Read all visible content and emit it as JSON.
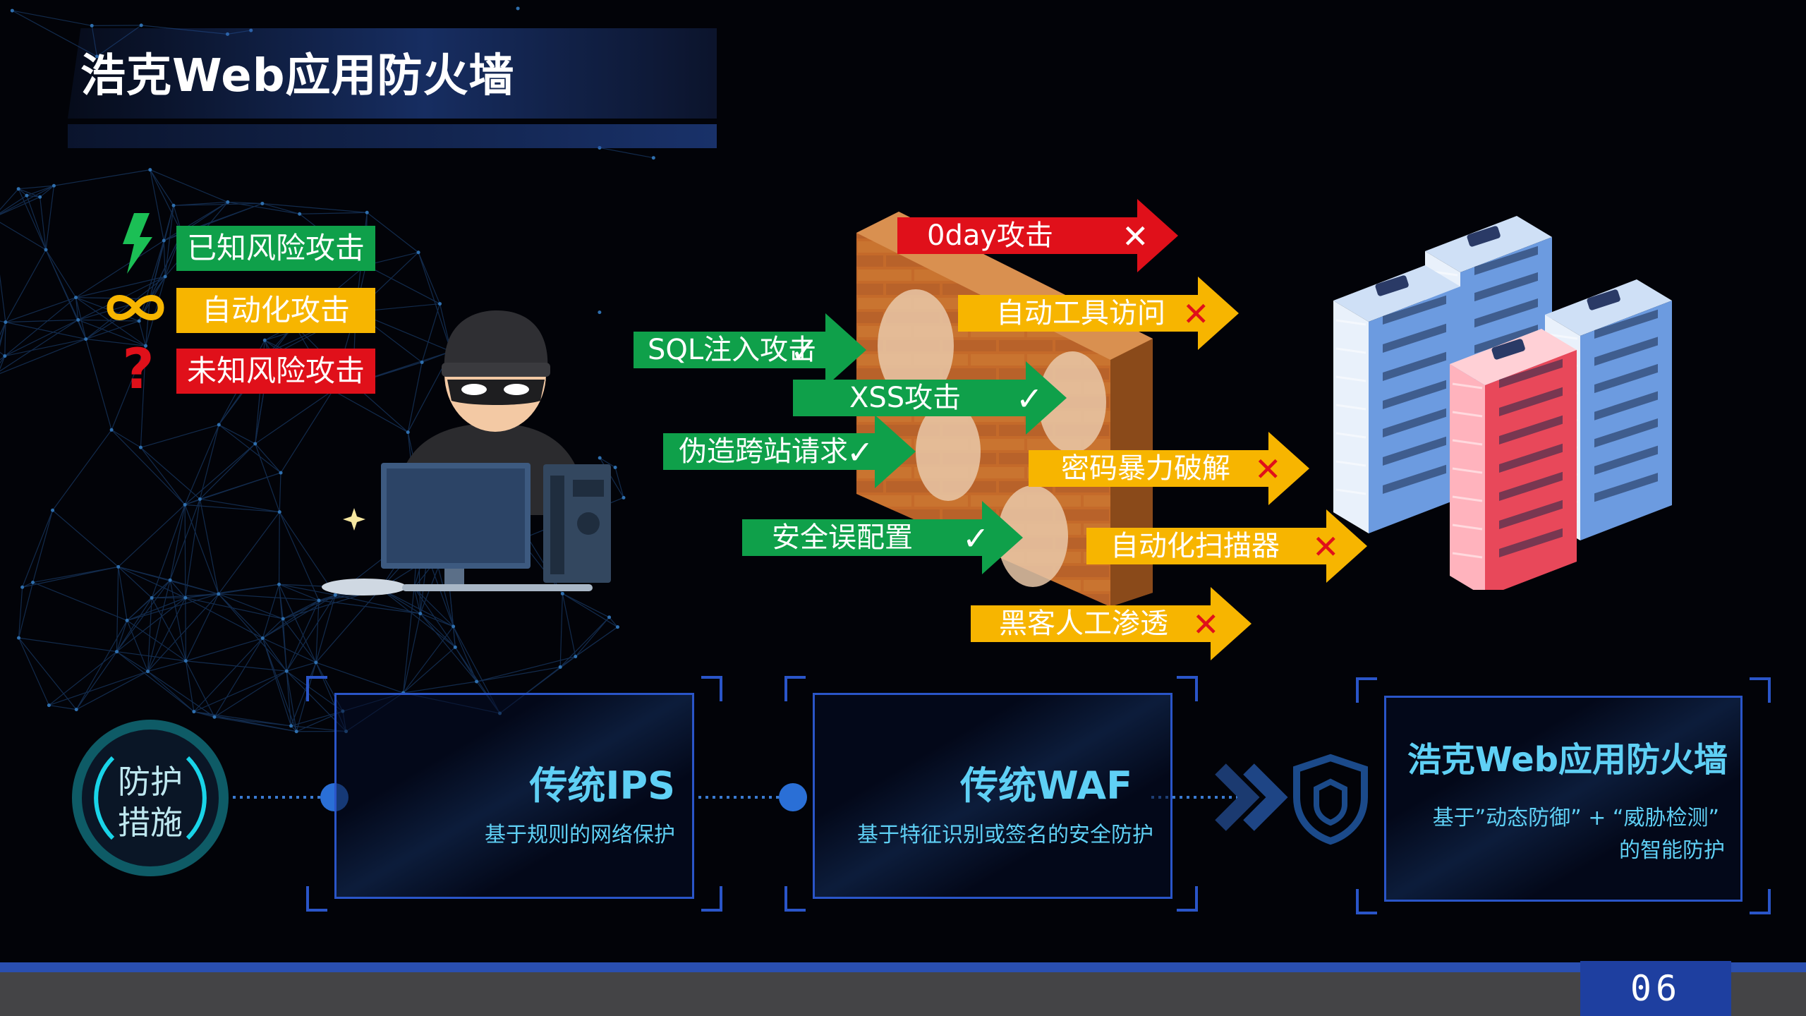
{
  "title": "浩克Web应用防火墙",
  "legend": [
    {
      "icon": "lightning-icon",
      "label": "已知风险攻击",
      "color": "#0fa04a",
      "icon_color": "#1bbf55"
    },
    {
      "icon": "infinity-icon",
      "label": "自动化攻击",
      "color": "#f7b500",
      "icon_color": "#f7b500"
    },
    {
      "icon": "question-icon",
      "label": "未知风险攻击",
      "color": "#e0101a",
      "icon_color": "#e0101a"
    }
  ],
  "allowed_attacks": [
    {
      "label": "SQL注入攻击",
      "mark": "✓"
    },
    {
      "label": "XSS攻击",
      "mark": "✓"
    },
    {
      "label": "伪造跨站请求",
      "mark": "✓"
    },
    {
      "label": "安全误配置",
      "mark": "✓"
    }
  ],
  "blocked_attacks": [
    {
      "label": "0day攻击",
      "mark": "✕",
      "color": "red"
    },
    {
      "label": "自动工具访问",
      "mark": "✕",
      "color": "yellow"
    },
    {
      "label": "密码暴力破解",
      "mark": "✕",
      "color": "yellow"
    },
    {
      "label": "自动化扫描器",
      "mark": "✕",
      "color": "yellow"
    },
    {
      "label": "黑客人工渗透",
      "mark": "✕",
      "color": "yellow"
    }
  ],
  "protection": {
    "badge_line1": "防护",
    "badge_line2": "措施",
    "cards": [
      {
        "title": "传统IPS",
        "desc_line1": "基于规则的网络保护",
        "desc_line2": ""
      },
      {
        "title": "传统WAF",
        "desc_line1": "基于特征识别或签名的安全防护",
        "desc_line2": ""
      },
      {
        "title": "浩克Web应用防火墙",
        "desc_line1": "基于”动态防御” + “威胁检测”",
        "desc_line2": "的智能防护"
      }
    ]
  },
  "page_number": "06",
  "colors": {
    "green": "#0fa04a",
    "yellow": "#f7b500",
    "red": "#e0101a",
    "accent_blue": "#2a55c8",
    "cyan_text": "#5fd0f5"
  }
}
